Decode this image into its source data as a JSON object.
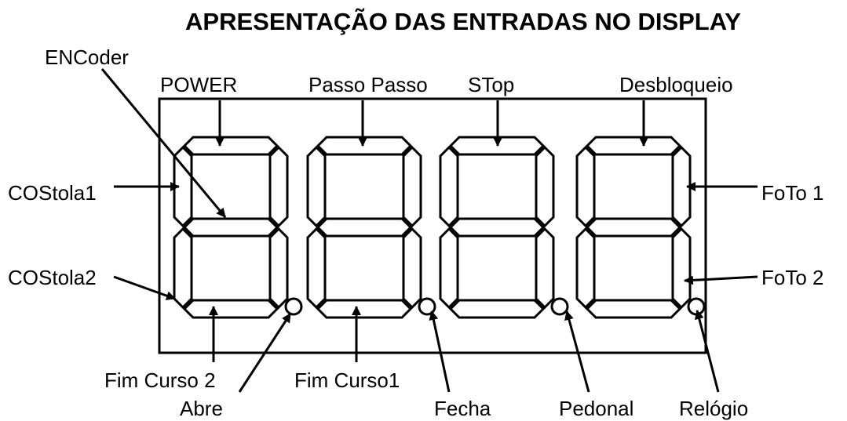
{
  "title": "APRESENTAÇÃO DAS ENTRADAS NO DISPLAY",
  "labels": {
    "encoder": "ENCoder",
    "power": "POWER",
    "passo_passo": "Passo Passo",
    "stop": "STop",
    "desbloqueio": "Desbloqueio",
    "costola1": "COStola1",
    "costola2": "COStola2",
    "foto1": "FoTo 1",
    "foto2": "FoTo 2",
    "fim_curso2": "Fim Curso 2",
    "fim_curso1": "Fim Curso1",
    "abre": "Abre",
    "fecha": "Fecha",
    "pedonal": "Pedonal",
    "relogio": "Relógio"
  },
  "display": {
    "digits": 4,
    "segments_per_digit": 7,
    "decimal_points": 4
  }
}
